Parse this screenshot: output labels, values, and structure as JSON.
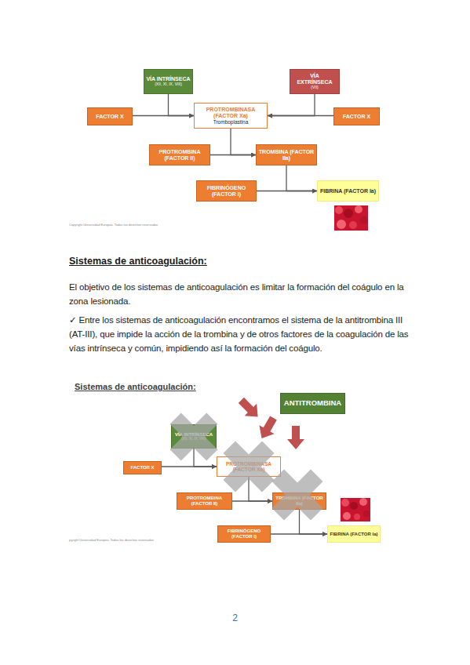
{
  "diagram": {
    "nodes": [
      {
        "text": [
          "VÍA INTRÍNSECA",
          "(XII, XI, IX, VIII)"
        ]
      },
      {
        "text": [
          "VÍA EXTRÍNSECA",
          "(VII)"
        ]
      },
      {
        "text": [
          "FACTOR X"
        ]
      },
      {
        "text": [
          "PROTROMBINASA (FACTOR Xa)",
          "Tromboplastina"
        ]
      },
      {
        "text": [
          "FACTOR X"
        ]
      },
      {
        "text": [
          "PROTROMBINA (FACTOR II)"
        ]
      },
      {
        "text": [
          "TROMBINA (FACTOR IIa)"
        ]
      },
      {
        "text": [
          "FIBRINÓGENO (FACTOR I)"
        ]
      },
      {
        "text": [
          "FIBRINA (FACTOR Ia)"
        ]
      },
      {
        "text": [
          "ANTITROMBINA"
        ]
      },
      {
        "text": [
          "VÍA INTRÍNSECA",
          "(XII, XI, IX, VIII)"
        ]
      },
      {
        "text": [
          "FACTOR X"
        ]
      },
      {
        "text": [
          "PROTROMBINASA (FACTOR Xa)"
        ]
      },
      {
        "text": [
          "PROTROMBINA (FACTOR II)"
        ]
      },
      {
        "text": [
          "TROMBINA (FACTOR IIa)"
        ]
      },
      {
        "text": [
          "FIBRINÓGENO (FACTOR I)"
        ]
      },
      {
        "text": [
          "FIBRINA (FACTOR Ia)"
        ]
      }
    ],
    "edges": [
      {
        "from": 0,
        "to": 3,
        "arrow": "to"
      },
      {
        "from": 2,
        "to": 3,
        "arrow": "to"
      },
      {
        "from": 1,
        "to": 3,
        "arrow": "to"
      },
      {
        "from": 4,
        "to": 3,
        "arrow": "to"
      },
      {
        "from": 5,
        "to": 6,
        "arrow": "to"
      },
      {
        "from": 3,
        "to": 6,
        "arrow": "to"
      },
      {
        "from": 7,
        "to": 8,
        "arrow": "to"
      },
      {
        "from": 6,
        "to": 8,
        "arrow": "to"
      },
      {
        "from": 10,
        "to": 12,
        "arrow": "to"
      },
      {
        "from": 11,
        "to": 12,
        "arrow": "to"
      },
      {
        "from": 13,
        "to": 14,
        "arrow": "to"
      },
      {
        "from": 12,
        "to": 14,
        "arrow": "to"
      },
      {
        "from": 15,
        "to": 16,
        "arrow": "to"
      },
      {
        "from": 14,
        "to": 16,
        "arrow": "to"
      }
    ],
    "labels": [
      "Copyright Universidad Europea. Todos los derechos reservados",
      "Sistemas de anticoagulación:",
      "El objetivo de los sistemas de anticoagulación es limitar la formación del coágulo en la zona lesionada.",
      "✓ Entre los sistemas de anticoagulación encontramos el sistema de la antitrombina III (AT-III), que impide la acción de la trombina y de otros factores de la coagulación de las vías intrínseca y común, impidiendo así la formación del coágulo.",
      "Sistemas de anticoagulación:",
      "pyright Universidad Europea. Todos los derechos reservados",
      "2"
    ]
  }
}
